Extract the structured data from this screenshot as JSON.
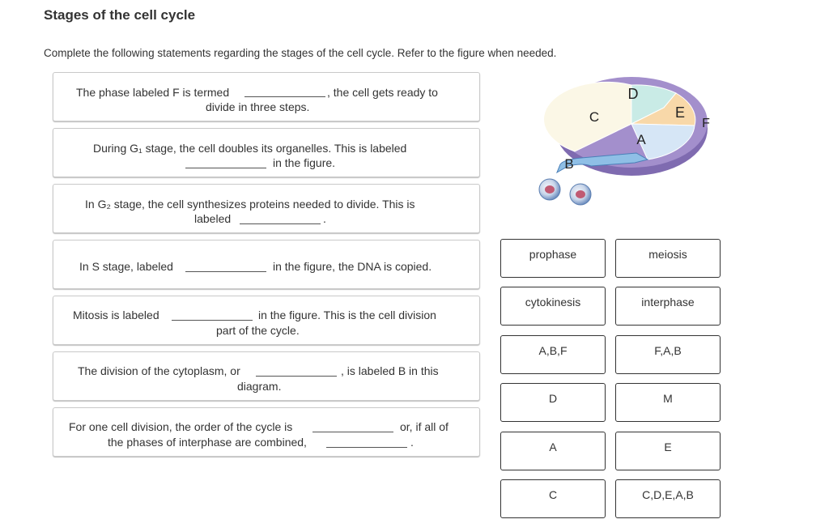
{
  "page": {
    "title": "Stages of the cell cycle",
    "instructions": "Complete the following statements regarding the stages of the cell cycle. Refer to the figure when needed."
  },
  "statements": [
    {
      "l1a": "The phase labeled F is termed",
      "l1b": ", the cell gets ready to",
      "l2": "divide in three steps."
    },
    {
      "l1": "During G₁ stage, the cell doubles its organelles. This is labeled",
      "l2": "in the figure."
    },
    {
      "l1": "In G₂ stage, the cell synthesizes proteins needed to divide. This is",
      "l2a": "labeled",
      "l2b": "."
    },
    {
      "l1a": "In S stage, labeled",
      "l1b": "in the figure, the DNA is copied."
    },
    {
      "l1a": "Mitosis is labeled",
      "l1b": "in the figure. This is the cell division",
      "l2": "part of the cycle."
    },
    {
      "l1a": "The division of the cytoplasm, or",
      "l1b": ", is labeled B in this",
      "l2": "diagram."
    },
    {
      "l1a": "For one cell division, the order of the cycle is",
      "l1b": "or, if all of",
      "l2a": "the phases of interphase are combined,",
      "l2b": "."
    }
  ],
  "answer_tiles": [
    {
      "label": "prophase"
    },
    {
      "label": "meiosis"
    },
    {
      "label": "cytokinesis"
    },
    {
      "label": "interphase"
    },
    {
      "label": "A,B,F"
    },
    {
      "label": "F,A,B"
    },
    {
      "label": "D"
    },
    {
      "label": "M"
    },
    {
      "label": "A"
    },
    {
      "label": "E"
    },
    {
      "label": "C"
    },
    {
      "label": "C,D,E,A,B"
    }
  ],
  "figure": {
    "labels": {
      "A": "A",
      "B": "B",
      "C": "C",
      "D": "D",
      "E": "E",
      "F": "F"
    },
    "colors": {
      "C": "#fbf7e6",
      "D": "#c9ebe6",
      "E": "#f8d8a9",
      "A": "#d6e6f6",
      "ring": "#9a86c4",
      "arrow": "#8fbfe6"
    }
  }
}
